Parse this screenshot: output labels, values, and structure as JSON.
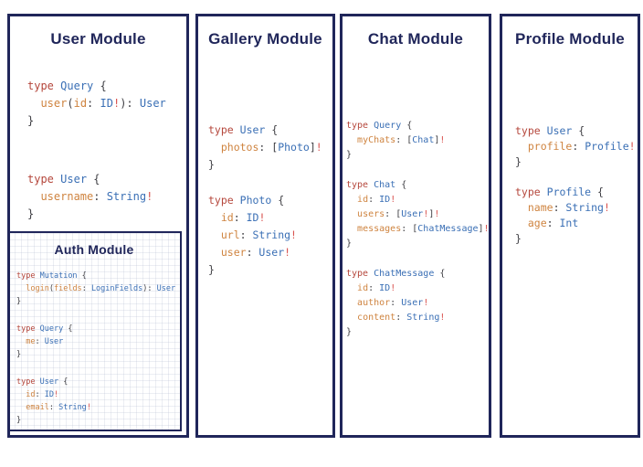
{
  "colors": {
    "navy": "#20265a",
    "keyword": "#b5473c",
    "type": "#3a6fb5",
    "field": "#cf8440",
    "punct": "#3f3f44",
    "bang": "#d9534f"
  },
  "modules": [
    {
      "id": "user",
      "title": "User Module",
      "code": [
        [
          [
            [
              "k",
              "type"
            ],
            [
              "p",
              " "
            ],
            [
              "t",
              "Query"
            ],
            [
              "p",
              " {"
            ]
          ],
          [
            [
              "p",
              "  "
            ],
            [
              "f",
              "user"
            ],
            [
              "p",
              "("
            ],
            [
              "f",
              "id"
            ],
            [
              "p",
              ": "
            ],
            [
              "t",
              "ID"
            ],
            [
              "b",
              "!"
            ],
            [
              "p",
              "): "
            ],
            [
              "t",
              "User"
            ]
          ],
          [
            [
              "p",
              "}"
            ]
          ]
        ],
        [
          [
            [
              "k",
              "type"
            ],
            [
              "p",
              " "
            ],
            [
              "t",
              "User"
            ],
            [
              "p",
              " {"
            ]
          ],
          [
            [
              "p",
              "  "
            ],
            [
              "f",
              "username"
            ],
            [
              "p",
              ": "
            ],
            [
              "t",
              "String"
            ],
            [
              "b",
              "!"
            ]
          ],
          [
            [
              "p",
              "}"
            ]
          ]
        ]
      ]
    },
    {
      "id": "auth",
      "title": "Auth Module",
      "code": [
        [
          [
            [
              "k",
              "type"
            ],
            [
              "p",
              " "
            ],
            [
              "t",
              "Mutation"
            ],
            [
              "p",
              " {"
            ]
          ],
          [
            [
              "p",
              "  "
            ],
            [
              "f",
              "login"
            ],
            [
              "p",
              "("
            ],
            [
              "f",
              "fields"
            ],
            [
              "p",
              ": "
            ],
            [
              "t",
              "LoginFields"
            ],
            [
              "p",
              "): "
            ],
            [
              "t",
              "User"
            ]
          ],
          [
            [
              "p",
              "}"
            ]
          ]
        ],
        [
          [
            [
              "k",
              "type"
            ],
            [
              "p",
              " "
            ],
            [
              "t",
              "Query"
            ],
            [
              "p",
              " {"
            ]
          ],
          [
            [
              "p",
              "  "
            ],
            [
              "f",
              "me"
            ],
            [
              "p",
              ": "
            ],
            [
              "t",
              "User"
            ]
          ],
          [
            [
              "p",
              "}"
            ]
          ]
        ],
        [
          [
            [
              "k",
              "type"
            ],
            [
              "p",
              " "
            ],
            [
              "t",
              "User"
            ],
            [
              "p",
              " {"
            ]
          ],
          [
            [
              "p",
              "  "
            ],
            [
              "f",
              "id"
            ],
            [
              "p",
              ": "
            ],
            [
              "t",
              "ID"
            ],
            [
              "b",
              "!"
            ]
          ],
          [
            [
              "p",
              "  "
            ],
            [
              "f",
              "email"
            ],
            [
              "p",
              ": "
            ],
            [
              "t",
              "String"
            ],
            [
              "b",
              "!"
            ]
          ],
          [
            [
              "p",
              "}"
            ]
          ]
        ]
      ]
    },
    {
      "id": "gallery",
      "title": "Gallery Module",
      "code": [
        [
          [
            [
              "k",
              "type"
            ],
            [
              "p",
              " "
            ],
            [
              "t",
              "User"
            ],
            [
              "p",
              " {"
            ]
          ],
          [
            [
              "p",
              "  "
            ],
            [
              "f",
              "photos"
            ],
            [
              "p",
              ": ["
            ],
            [
              "t",
              "Photo"
            ],
            [
              "p",
              "]"
            ],
            [
              "b",
              "!"
            ]
          ],
          [
            [
              "p",
              "}"
            ]
          ]
        ],
        [
          [
            [
              "k",
              "type"
            ],
            [
              "p",
              " "
            ],
            [
              "t",
              "Photo"
            ],
            [
              "p",
              " {"
            ]
          ],
          [
            [
              "p",
              "  "
            ],
            [
              "f",
              "id"
            ],
            [
              "p",
              ": "
            ],
            [
              "t",
              "ID"
            ],
            [
              "b",
              "!"
            ]
          ],
          [
            [
              "p",
              "  "
            ],
            [
              "f",
              "url"
            ],
            [
              "p",
              ": "
            ],
            [
              "t",
              "String"
            ],
            [
              "b",
              "!"
            ]
          ],
          [
            [
              "p",
              "  "
            ],
            [
              "f",
              "user"
            ],
            [
              "p",
              ": "
            ],
            [
              "t",
              "User"
            ],
            [
              "b",
              "!"
            ]
          ],
          [
            [
              "p",
              "}"
            ]
          ]
        ]
      ]
    },
    {
      "id": "chat",
      "title": "Chat Module",
      "code": [
        [
          [
            [
              "k",
              "type"
            ],
            [
              "p",
              " "
            ],
            [
              "t",
              "Query"
            ],
            [
              "p",
              " {"
            ]
          ],
          [
            [
              "p",
              "  "
            ],
            [
              "f",
              "myChats"
            ],
            [
              "p",
              ": ["
            ],
            [
              "t",
              "Chat"
            ],
            [
              "p",
              "]"
            ],
            [
              "b",
              "!"
            ]
          ],
          [
            [
              "p",
              "}"
            ]
          ]
        ],
        [
          [
            [
              "k",
              "type"
            ],
            [
              "p",
              " "
            ],
            [
              "t",
              "Chat"
            ],
            [
              "p",
              " {"
            ]
          ],
          [
            [
              "p",
              "  "
            ],
            [
              "f",
              "id"
            ],
            [
              "p",
              ": "
            ],
            [
              "t",
              "ID"
            ],
            [
              "b",
              "!"
            ]
          ],
          [
            [
              "p",
              "  "
            ],
            [
              "f",
              "users"
            ],
            [
              "p",
              ": ["
            ],
            [
              "t",
              "User"
            ],
            [
              "b",
              "!"
            ],
            [
              "p",
              "]"
            ],
            [
              "b",
              "!"
            ]
          ],
          [
            [
              "p",
              "  "
            ],
            [
              "f",
              "messages"
            ],
            [
              "p",
              ": ["
            ],
            [
              "t",
              "ChatMessage"
            ],
            [
              "p",
              "]"
            ],
            [
              "b",
              "!"
            ]
          ],
          [
            [
              "p",
              "}"
            ]
          ]
        ],
        [
          [
            [
              "k",
              "type"
            ],
            [
              "p",
              " "
            ],
            [
              "t",
              "ChatMessage"
            ],
            [
              "p",
              " {"
            ]
          ],
          [
            [
              "p",
              "  "
            ],
            [
              "f",
              "id"
            ],
            [
              "p",
              ": "
            ],
            [
              "t",
              "ID"
            ],
            [
              "b",
              "!"
            ]
          ],
          [
            [
              "p",
              "  "
            ],
            [
              "f",
              "author"
            ],
            [
              "p",
              ": "
            ],
            [
              "t",
              "User"
            ],
            [
              "b",
              "!"
            ]
          ],
          [
            [
              "p",
              "  "
            ],
            [
              "f",
              "content"
            ],
            [
              "p",
              ": "
            ],
            [
              "t",
              "String"
            ],
            [
              "b",
              "!"
            ]
          ],
          [
            [
              "p",
              "}"
            ]
          ]
        ]
      ]
    },
    {
      "id": "profile",
      "title": "Profile Module",
      "code": [
        [
          [
            [
              "k",
              "type"
            ],
            [
              "p",
              " "
            ],
            [
              "t",
              "User"
            ],
            [
              "p",
              " {"
            ]
          ],
          [
            [
              "p",
              "  "
            ],
            [
              "f",
              "profile"
            ],
            [
              "p",
              ": "
            ],
            [
              "t",
              "Profile"
            ],
            [
              "b",
              "!"
            ]
          ],
          [
            [
              "p",
              "}"
            ]
          ]
        ],
        [
          [
            [
              "k",
              "type"
            ],
            [
              "p",
              " "
            ],
            [
              "t",
              "Profile"
            ],
            [
              "p",
              " {"
            ]
          ],
          [
            [
              "p",
              "  "
            ],
            [
              "f",
              "name"
            ],
            [
              "p",
              ": "
            ],
            [
              "t",
              "String"
            ],
            [
              "b",
              "!"
            ]
          ],
          [
            [
              "p",
              "  "
            ],
            [
              "f",
              "age"
            ],
            [
              "p",
              ": "
            ],
            [
              "t",
              "Int"
            ]
          ],
          [
            [
              "p",
              "}"
            ]
          ]
        ]
      ]
    }
  ]
}
